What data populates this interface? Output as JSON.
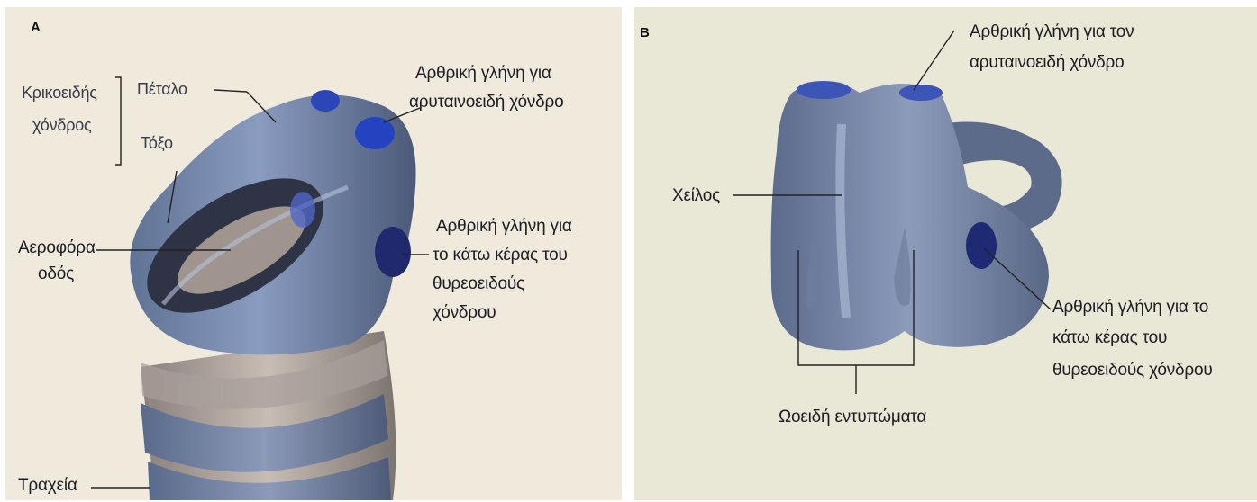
{
  "panel_a": {
    "letter": "A",
    "labels": {
      "cricoid_line1": "Κρικοειδής",
      "cricoid_line2": "χόνδρος",
      "lamina": "Πέταλο",
      "arch": "Τόξο",
      "airway_line1": "Αεροφόρα",
      "airway_line2": "οδός",
      "trachea": "Τραχεία",
      "arytenoid_facet_line1": "Αρθρική γλήνη για",
      "arytenoid_facet_line2": "αρυταινοειδή χόνδρο",
      "thyroid_facet_line1": "Αρθρική γλήνη για",
      "thyroid_facet_line2": "το κάτω κέρας του",
      "thyroid_facet_line3": "θυρεοειδούς",
      "thyroid_facet_line4": "χόνδρου"
    }
  },
  "panel_b": {
    "letter": "B",
    "labels": {
      "arytenoid_facet_line1": "Αρθρική γλήνη για τον",
      "arytenoid_facet_line2": "αρυταινοειδή χόνδρο",
      "lip": "Χείλος",
      "oval_impressions": "Ωοειδή εντυπώματα",
      "thyroid_facet_line1": "Αρθρική γλήνη για το",
      "thyroid_facet_line2": "κάτω κέρας του",
      "thyroid_facet_line3": "θυρεοειδούς χόνδρου"
    }
  }
}
